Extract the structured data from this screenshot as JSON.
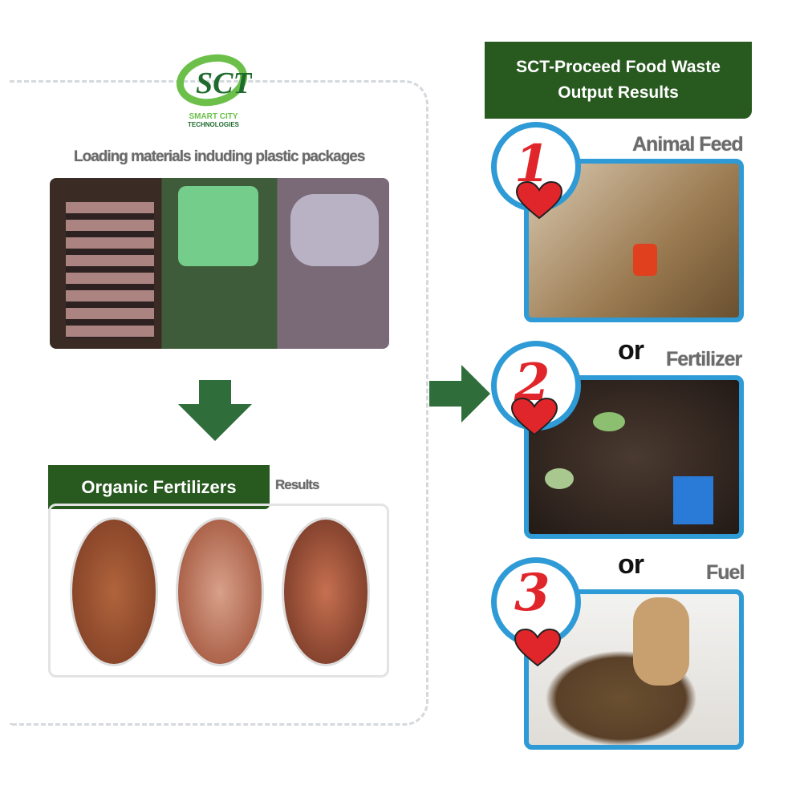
{
  "logo": {
    "text": "SCT",
    "line1": "SMART CITY",
    "line2": "TECHNOLOGIES"
  },
  "left": {
    "caption": "Loading materials induding plastic packages",
    "fertilizer_banner": "Organic Fertilizers",
    "results_label": "Results"
  },
  "right": {
    "title_line1": "SCT-Proceed Food Waste",
    "title_line2": "Output Results",
    "or_label": "or",
    "items": [
      {
        "number": "1",
        "label": "Animal Feed"
      },
      {
        "number": "2",
        "label": "Fertilizer"
      },
      {
        "number": "3",
        "label": "Fuel"
      }
    ]
  },
  "colors": {
    "green": "#285a1f",
    "arrow": "#2f6e3a",
    "blue": "#2e9ad6",
    "heart": "#e0262a"
  }
}
